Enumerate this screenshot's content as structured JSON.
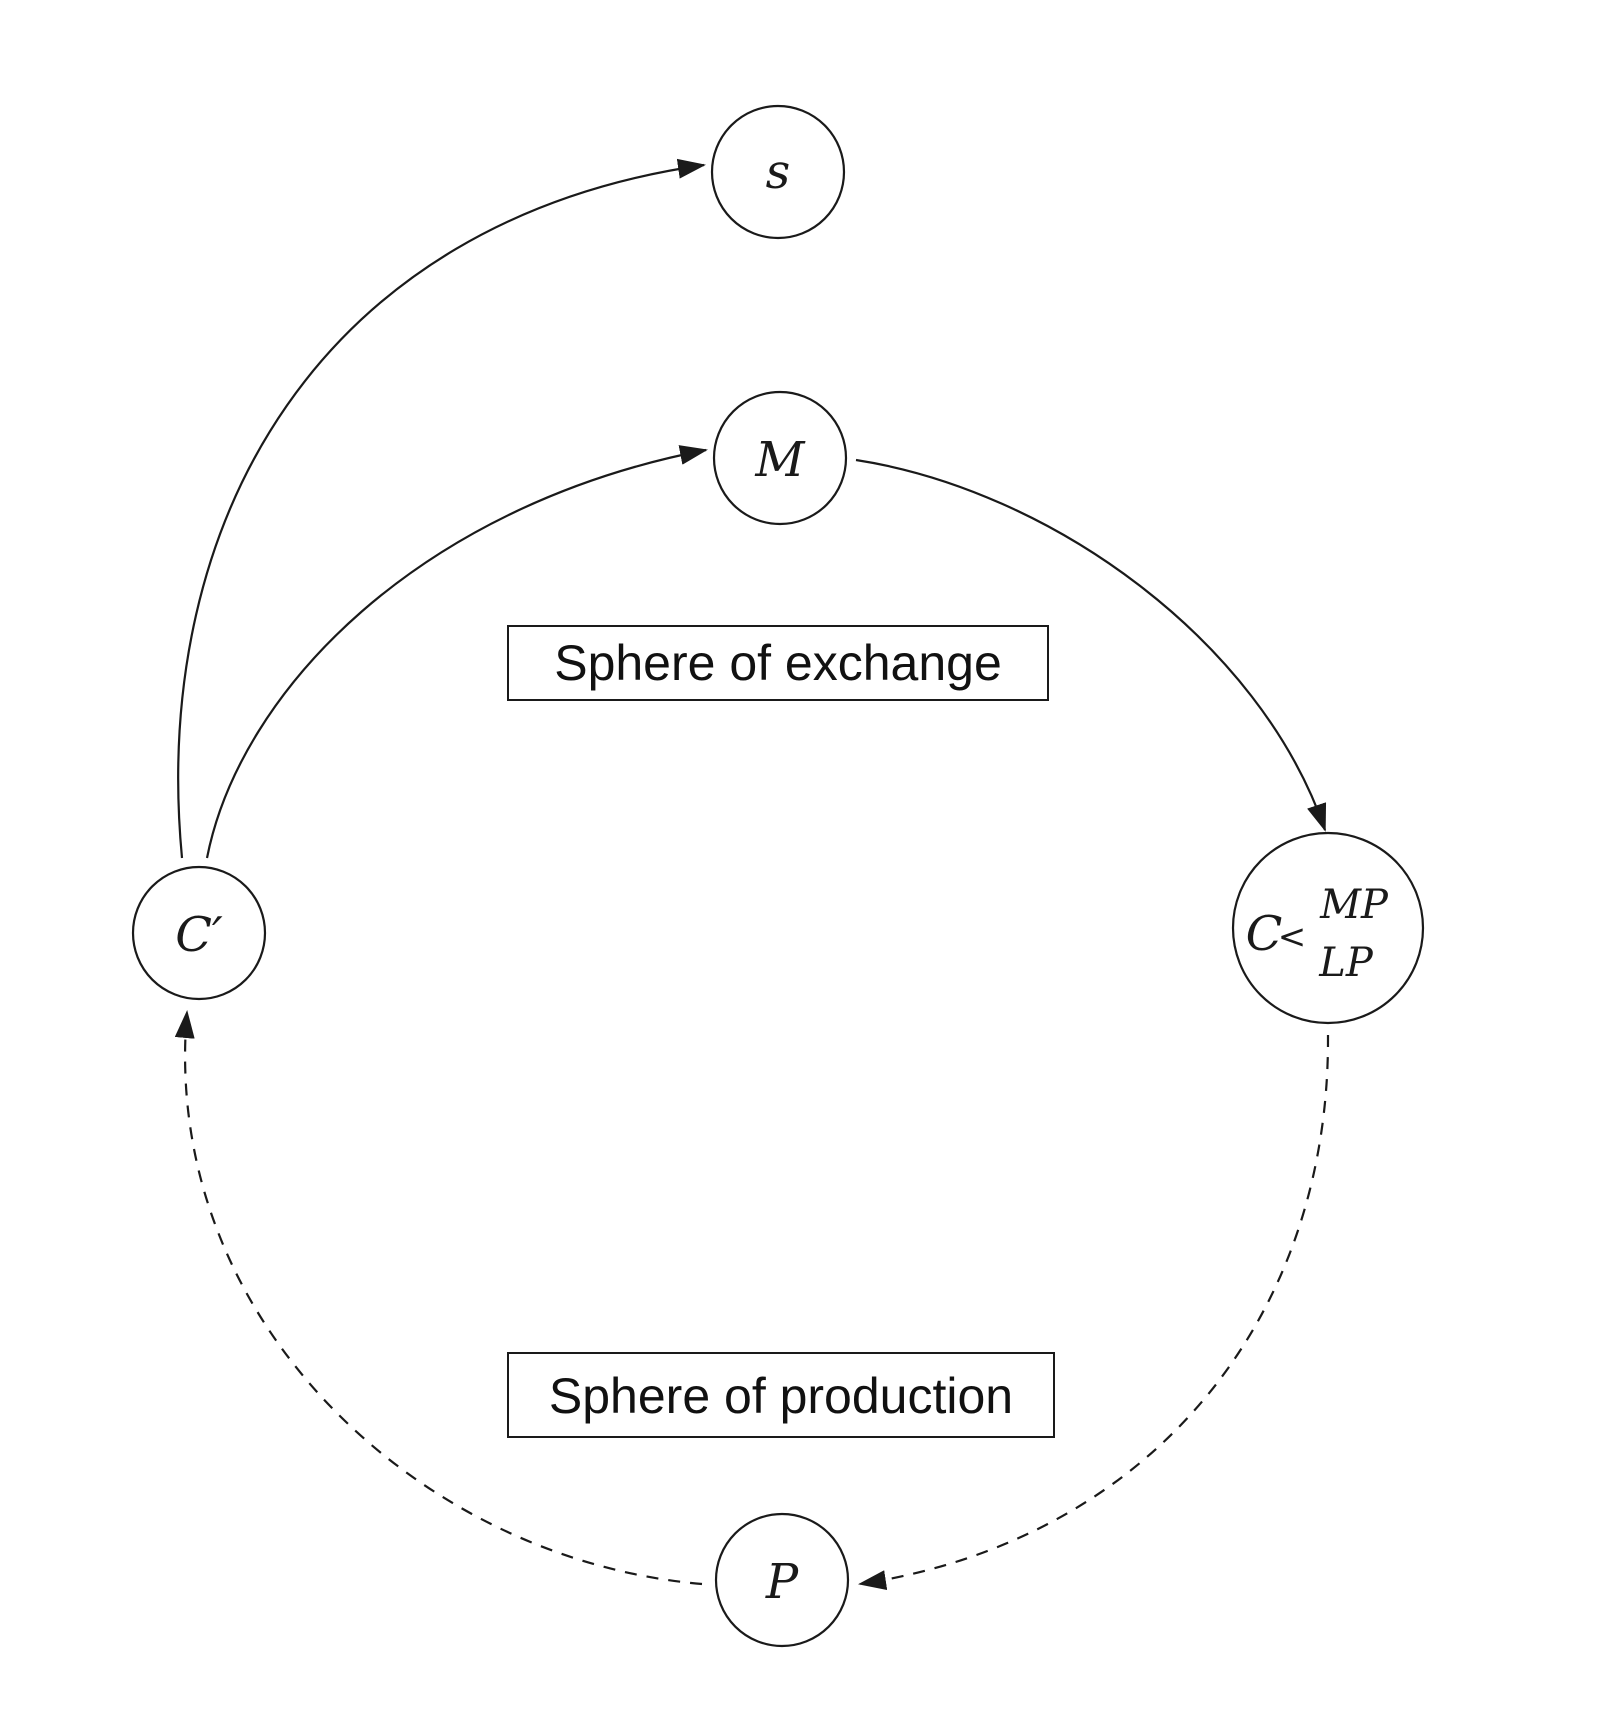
{
  "nodes": {
    "s": {
      "label": "s"
    },
    "m": {
      "label": "M"
    },
    "c_prime": {
      "label": "C′"
    },
    "c_split": {
      "label": "C",
      "connector": "<",
      "upper": "MP",
      "lower": "LP"
    },
    "p": {
      "label": "P"
    }
  },
  "regions": {
    "exchange": {
      "label": "Sphere of exchange"
    },
    "production": {
      "label": "Sphere of production"
    }
  },
  "edges": [
    {
      "from": "C′",
      "to": "s",
      "style": "solid"
    },
    {
      "from": "C′",
      "to": "M",
      "style": "solid"
    },
    {
      "from": "M",
      "to": "C",
      "style": "solid"
    },
    {
      "from": "C",
      "to": "P",
      "style": "dashed"
    },
    {
      "from": "P",
      "to": "C′",
      "style": "dashed"
    }
  ]
}
